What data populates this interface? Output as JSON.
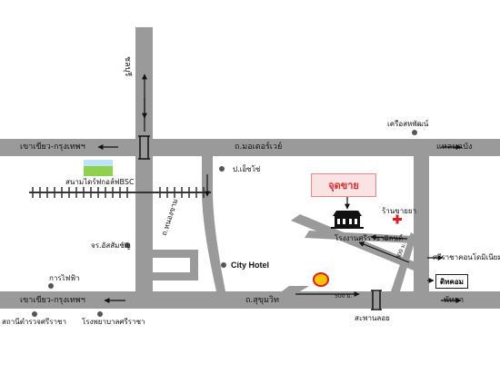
{
  "roads": {
    "top_left": "เขาเขียว-กรุงเทพฯ",
    "top_middle": "ถ.มอเตอร์เวย์",
    "top_right": "แหลมฉบัง",
    "bottom_left": "เขาเขียว-กรุงเทพฯ",
    "bottom_middle": "ถ.สุขุมวิท",
    "bottom_right": "พัทยา",
    "north": "ชลบุรี",
    "diagonal": "ถ.หนองขาม",
    "bridge": "สะพานลอย",
    "small_road_mark": "500 ม.",
    "side_road_mark": "300 ม."
  },
  "places": {
    "golf": "สนามไดร์ฟกอล์ฟBSC",
    "gas": "ป.เอ็ซโซ่",
    "creative": "เครือสหพัฒน์",
    "school": "จร.อัสสัมชัญ",
    "city_hotel": "City Hotel",
    "power": "การไฟฟ้า",
    "station": "สถานีตำรวจศรีราชา",
    "hospital_sriracha": "โรงพยาบาลศรีราชา",
    "drugstore": "ร้านขายยา",
    "factory": "โรงงานศรีราชาแลนด์",
    "condo": "ศรีราชาคอนโดมิเนียม",
    "ditcom": "ดิทคอม"
  },
  "sale_point": "จุดขาย",
  "colors": {
    "road": "#9a9a9a",
    "marker": "#555555",
    "sale_text": "#e22a2a",
    "sale_bg": "#fbe3e3",
    "cross": "#e01b1b"
  }
}
